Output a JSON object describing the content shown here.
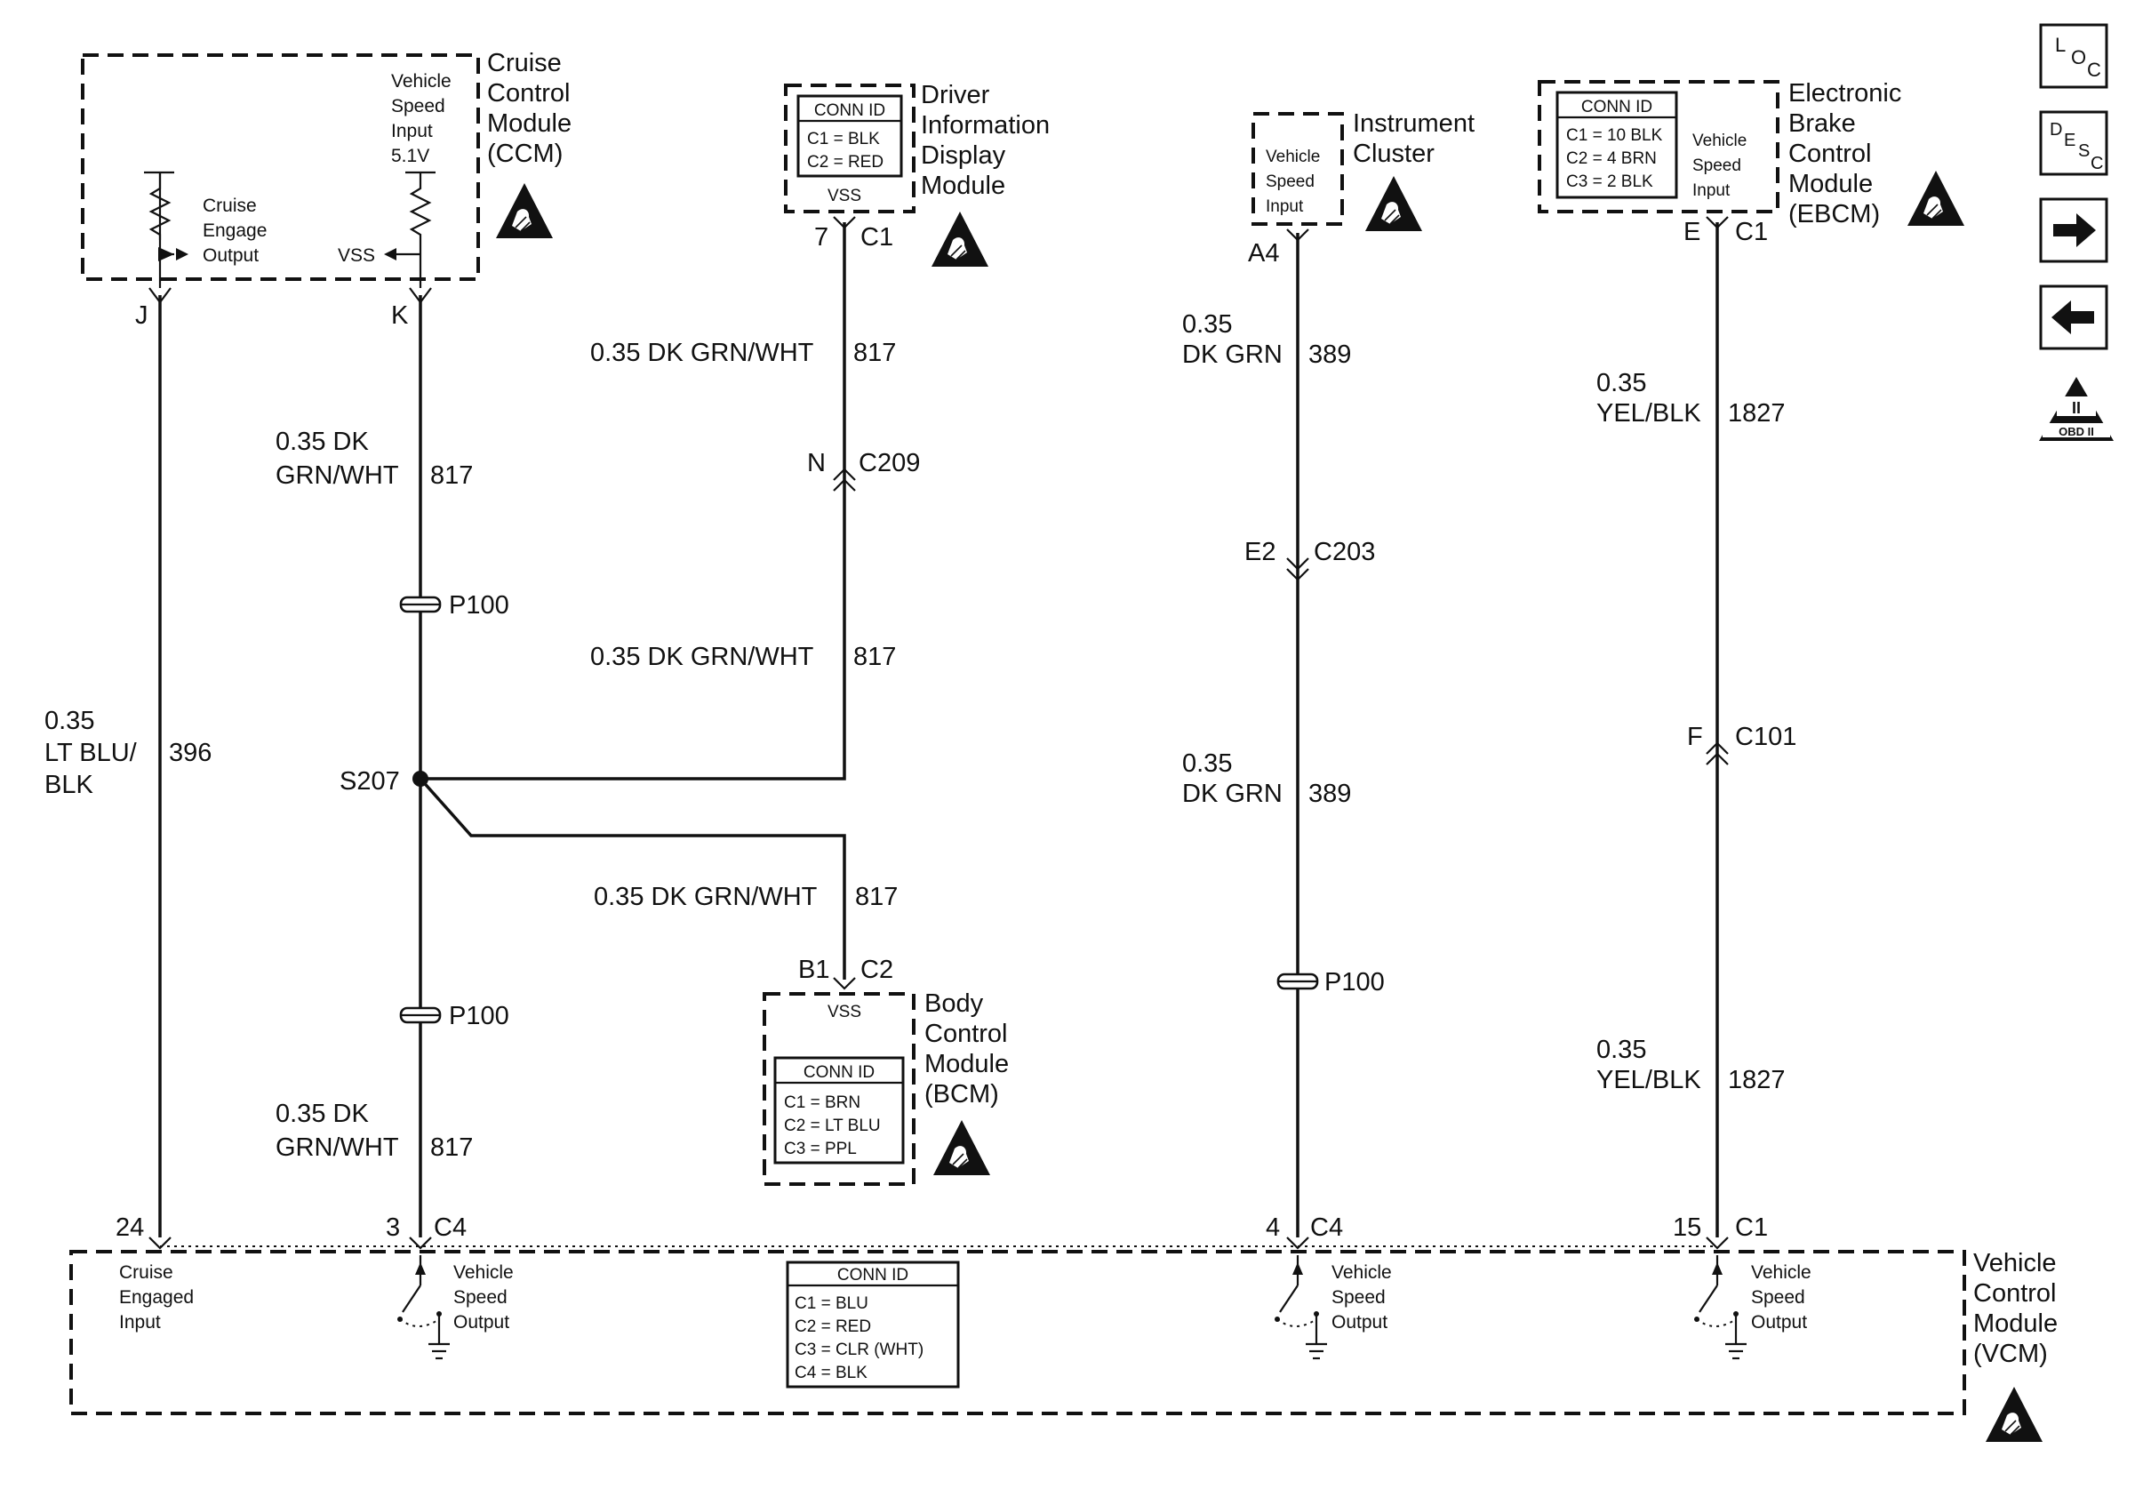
{
  "modules": {
    "ccm": {
      "name": [
        "Cruise",
        "Control",
        "Module",
        "(CCM)"
      ],
      "pin_j_label": [
        "Cruise",
        "Engage",
        "Output"
      ],
      "pin_k_label": [
        "Vehicle",
        "Speed",
        "Input",
        "5.1V"
      ],
      "vss": "VSS"
    },
    "dim": {
      "name": [
        "Driver",
        "Information",
        "Display",
        "Module"
      ],
      "conn_id": "CONN ID",
      "conn": [
        "C1 = BLK",
        "C2 = RED"
      ],
      "vss": "VSS"
    },
    "ic": {
      "name": [
        "Instrument",
        "Cluster"
      ],
      "input": [
        "Vehicle",
        "Speed",
        "Input"
      ]
    },
    "ebcm": {
      "name": [
        "Electronic",
        "Brake",
        "Control",
        "Module",
        "(EBCM)"
      ],
      "conn_id": "CONN ID",
      "conn": [
        "C1 = 10 BLK",
        "C2 = 4 BRN",
        "C3 = 2 BLK"
      ],
      "input": [
        "Vehicle",
        "Speed",
        "Input"
      ]
    },
    "bcm": {
      "name": [
        "Body",
        "Control",
        "Module",
        "(BCM)"
      ],
      "conn_id": "CONN ID",
      "conn": [
        "C1 = BRN",
        "C2 = LT BLU",
        "C3 = PPL"
      ],
      "vss": "VSS"
    },
    "vcm": {
      "name": [
        "Vehicle",
        "Control",
        "Module",
        "(VCM)"
      ],
      "conn_id": "CONN ID",
      "conn": [
        "C1 = BLU",
        "C2 = RED",
        "C3 = CLR (WHT)",
        "C4 = BLK"
      ],
      "cruise_input": [
        "Cruise",
        "Engaged",
        "Input"
      ],
      "vso": [
        "Vehicle",
        "Speed",
        "Output"
      ]
    }
  },
  "pins": {
    "ccm_j": "J",
    "ccm_k": "K",
    "dim_pin": "7",
    "dim_conn": "C1",
    "ic_pin": "A4",
    "ebcm_pin": "E",
    "ebcm_conn": "C1",
    "bcm_pin": "B1",
    "bcm_conn": "C2",
    "vcm_24": "24",
    "vcm_3": "3",
    "vcm_c4a": "C4",
    "vcm_4": "4",
    "vcm_c4b": "C4",
    "vcm_15": "15",
    "vcm_c1": "C1"
  },
  "connectors": {
    "c209_pin": "N",
    "c209": "C209",
    "c203_pin": "E2",
    "c203": "C203",
    "c101_pin": "F",
    "c101": "C101",
    "p100": "P100",
    "s207": "S207"
  },
  "wires": {
    "w396": {
      "size": "0.35",
      "color": [
        "LT BLU/",
        "BLK"
      ],
      "circuit": "396"
    },
    "w817_ccm": {
      "text": [
        "0.35 DK",
        "GRN/WHT"
      ],
      "circuit": "817"
    },
    "w817_vcm": {
      "text": [
        "0.35 DK",
        "GRN/WHT"
      ],
      "circuit": "817"
    },
    "w817_dim1": {
      "text": "0.35 DK GRN/WHT",
      "circuit": "817"
    },
    "w817_dim2": {
      "text": "0.35 DK GRN/WHT",
      "circuit": "817"
    },
    "w817_bcm": {
      "text": "0.35 DK GRN/WHT",
      "circuit": "817"
    },
    "w389_a": {
      "text": [
        "0.35",
        "DK GRN"
      ],
      "circuit": "389"
    },
    "w389_b": {
      "text": [
        "0.35",
        "DK GRN"
      ],
      "circuit": "389"
    },
    "w1827_a": {
      "text": [
        "0.35",
        "YEL/BLK"
      ],
      "circuit": "1827"
    },
    "w1827_b": {
      "text": [
        "0.35",
        "YEL/BLK"
      ],
      "circuit": "1827"
    }
  },
  "nav": {
    "loc": {
      "l": "L",
      "o": "O",
      "c": "C"
    },
    "desc": {
      "d": "D",
      "e": "E",
      "s": "S",
      "c": "C"
    },
    "obd": "OBD II",
    "obd_mark": "II"
  }
}
